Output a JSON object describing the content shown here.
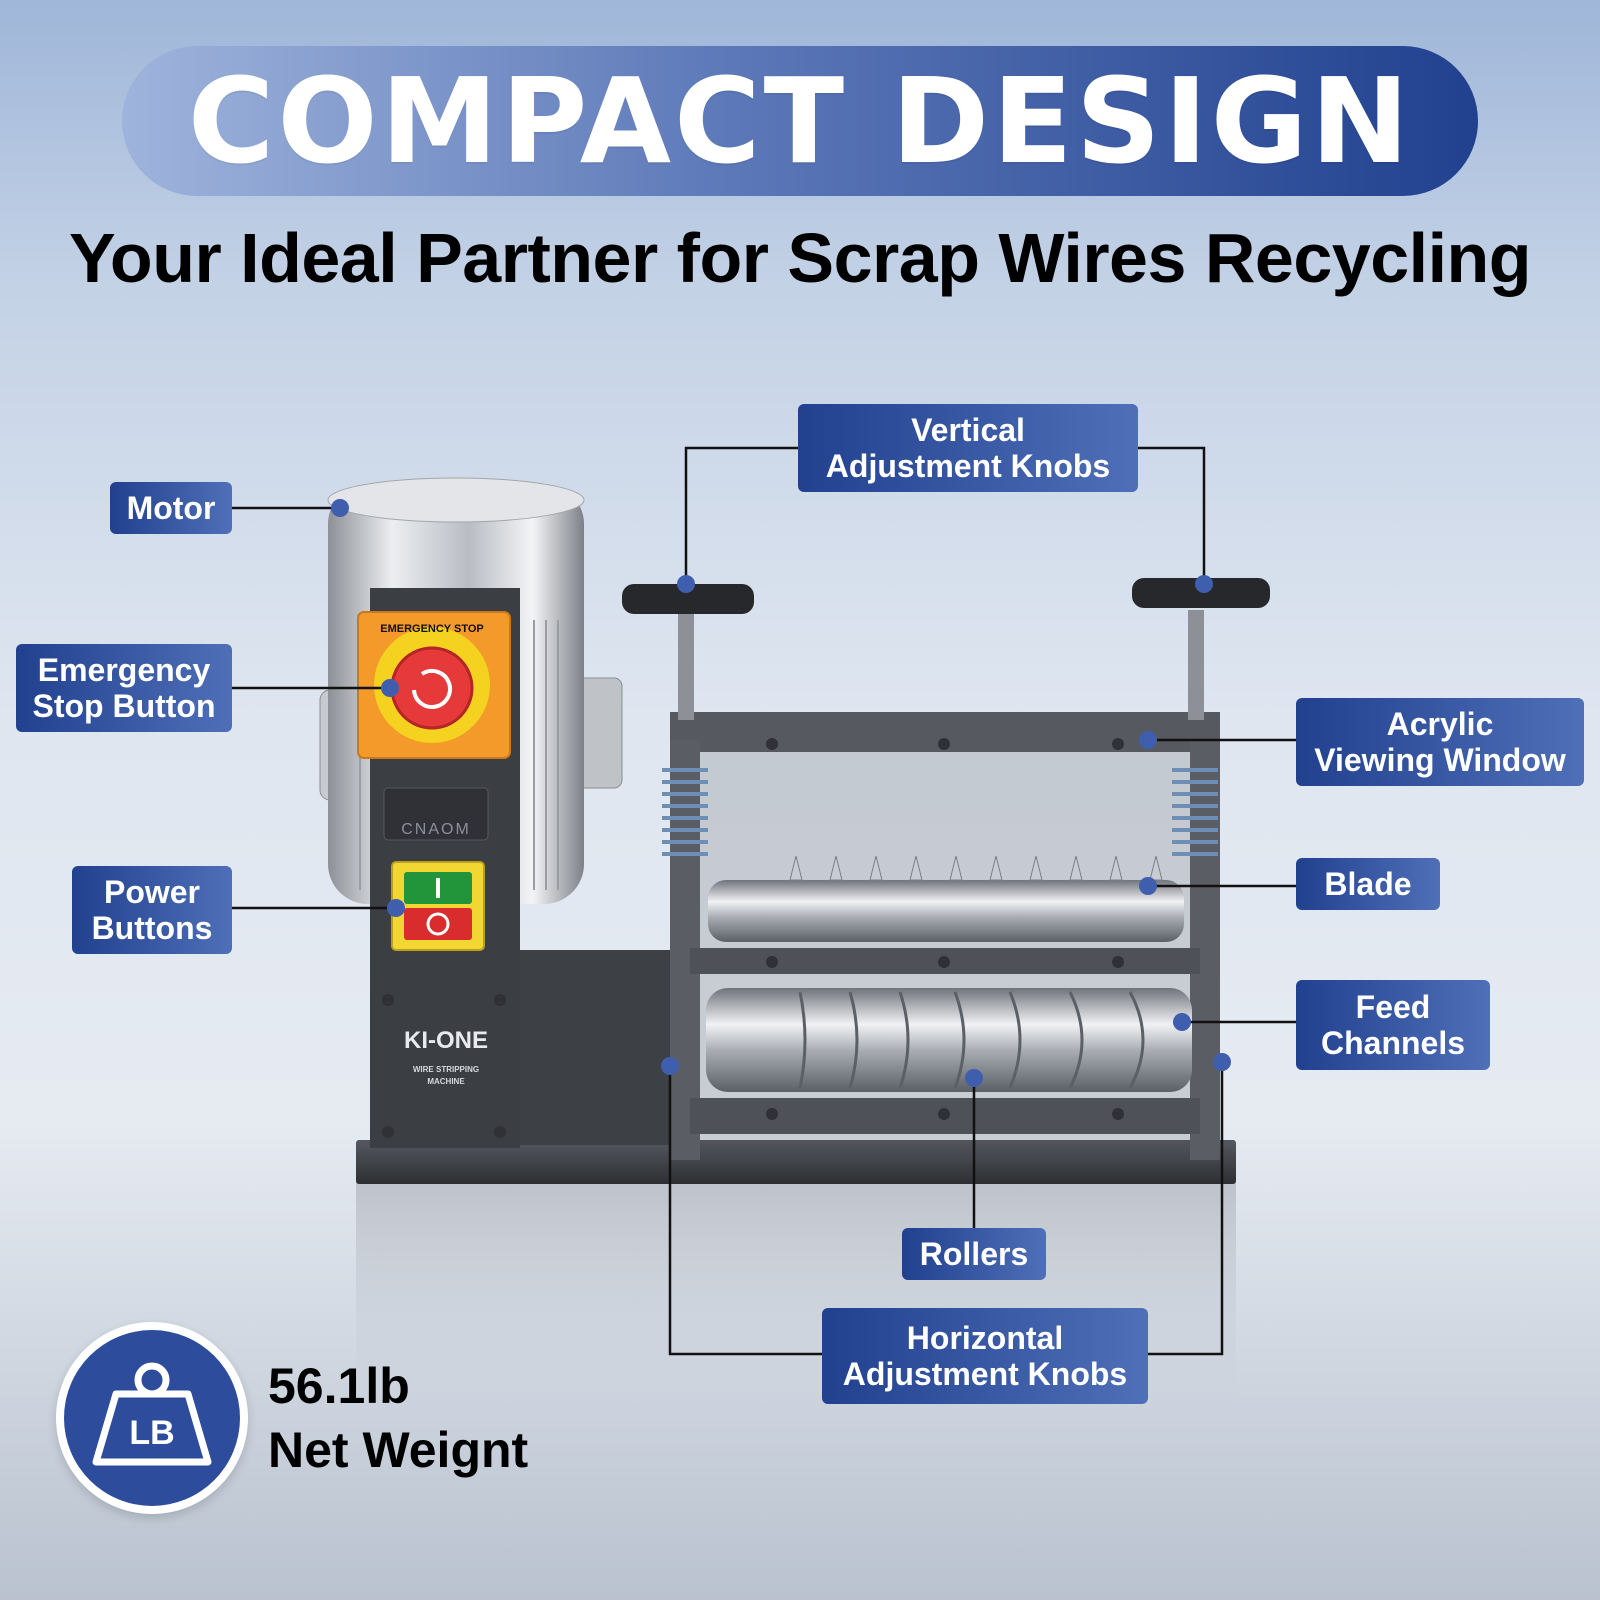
{
  "banner": {
    "title": "COMPACT DESIGN"
  },
  "subtitle": "Your Ideal Partner for Scrap Wires Recycling",
  "callouts": {
    "motor": "Motor",
    "emergency_stop": "Emergency\nStop Button",
    "power_buttons": "Power\nButtons",
    "vertical_knobs": "Vertical\nAdjustment Knobs",
    "acrylic_window": "Acrylic\nViewing Window",
    "blade": "Blade",
    "feed_channels": "Feed\nChannels",
    "rollers": "Rollers",
    "horizontal_knobs": "Horizontal\nAdjustment Knobs"
  },
  "machine": {
    "stop_button_text": "EMERGENCY STOP",
    "panel_brand": "CNAOM",
    "logo": "KI-ONE",
    "logo_caption_1": "WIRE STRIPPING",
    "logo_caption_2": "MACHINE",
    "power_on_symbol": "I",
    "power_off_symbol": "O"
  },
  "weight": {
    "icon_label": "LB",
    "value": "56.1lb",
    "caption": "Net Weignt"
  },
  "colors": {
    "label_dark": "#21418f",
    "label_light": "#4f6fb8",
    "badge_blue": "#2d4c9c"
  }
}
